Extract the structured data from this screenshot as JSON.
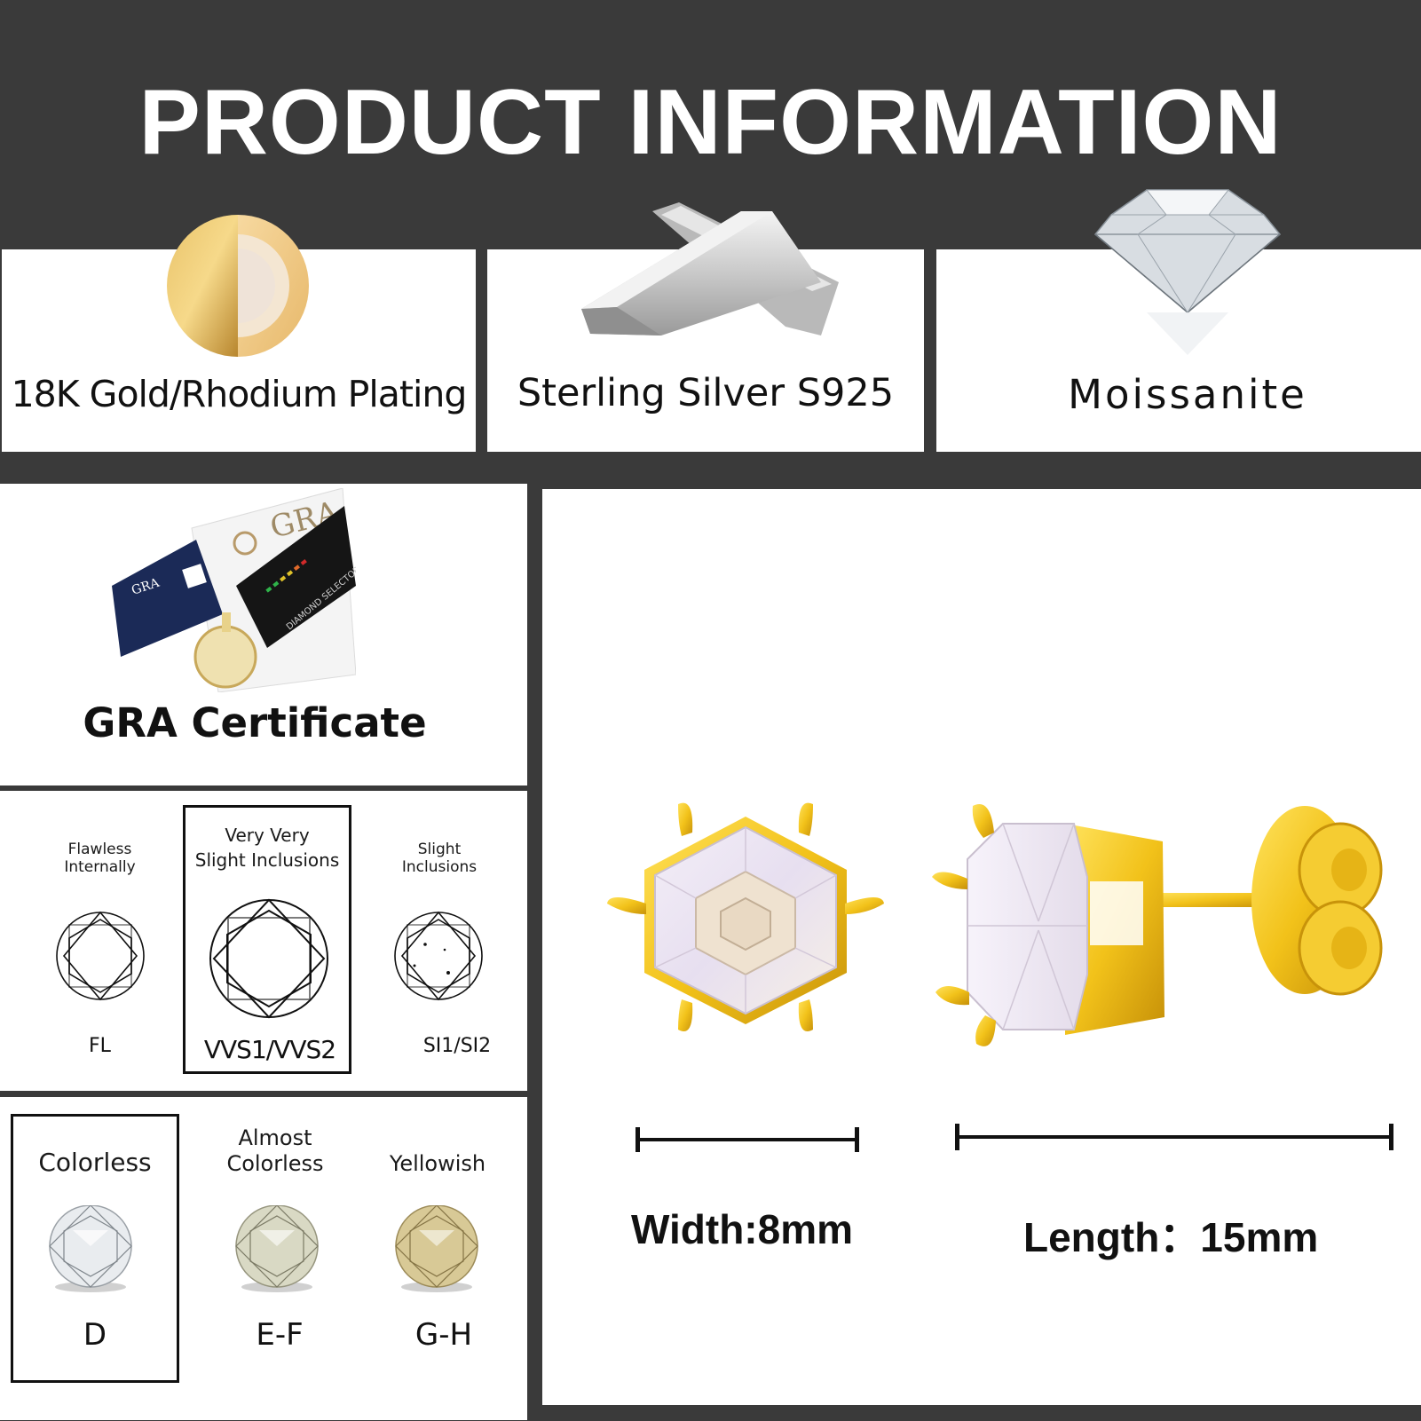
{
  "header": {
    "title": "PRODUCT INFORMATION"
  },
  "features": [
    {
      "label": "18K Gold/Rhodium Plating",
      "icon": "gold-plating-swatch-icon"
    },
    {
      "label": "Sterling Silver S925",
      "icon": "silver-bars-icon"
    },
    {
      "label": "Moissanite",
      "icon": "diamond-gem-icon"
    }
  ],
  "certificate": {
    "label": "GRA Certificate",
    "card_text": "GRA",
    "tester_text": "DIAMOND SELECTOR II"
  },
  "clarity": [
    {
      "name": "Flawless Internally",
      "line1": "Flawless",
      "line2": "Internally",
      "code": "FL",
      "selected": false
    },
    {
      "name": "Very Very Slight Inclusions",
      "line1": "Very Very",
      "line2": "Slight Inclusions",
      "code": "VVS1/VVS2",
      "selected": true
    },
    {
      "name": "Slight Inclusions",
      "line1": "Slight",
      "line2": "Inclusions",
      "code": "SI1/SI2",
      "selected": false
    }
  ],
  "color_grades": [
    {
      "line1": "Colorless",
      "line2": "",
      "code": "D",
      "selected": true,
      "tint": "#e9ecef"
    },
    {
      "line1": "Almost",
      "line2": "Colorless",
      "code": "E-F",
      "selected": false,
      "tint": "#d9d9c4"
    },
    {
      "line1": "",
      "line2": "Yellowish",
      "code": "G-H",
      "selected": false,
      "tint": "#d8c996"
    }
  ],
  "dimensions": {
    "width_label": "Width:8mm",
    "length_label": "Length：15mm"
  },
  "colors": {
    "background": "#3a3a3a",
    "panel": "#ffffff",
    "gold": "#f2c21a",
    "text": "#111111"
  }
}
